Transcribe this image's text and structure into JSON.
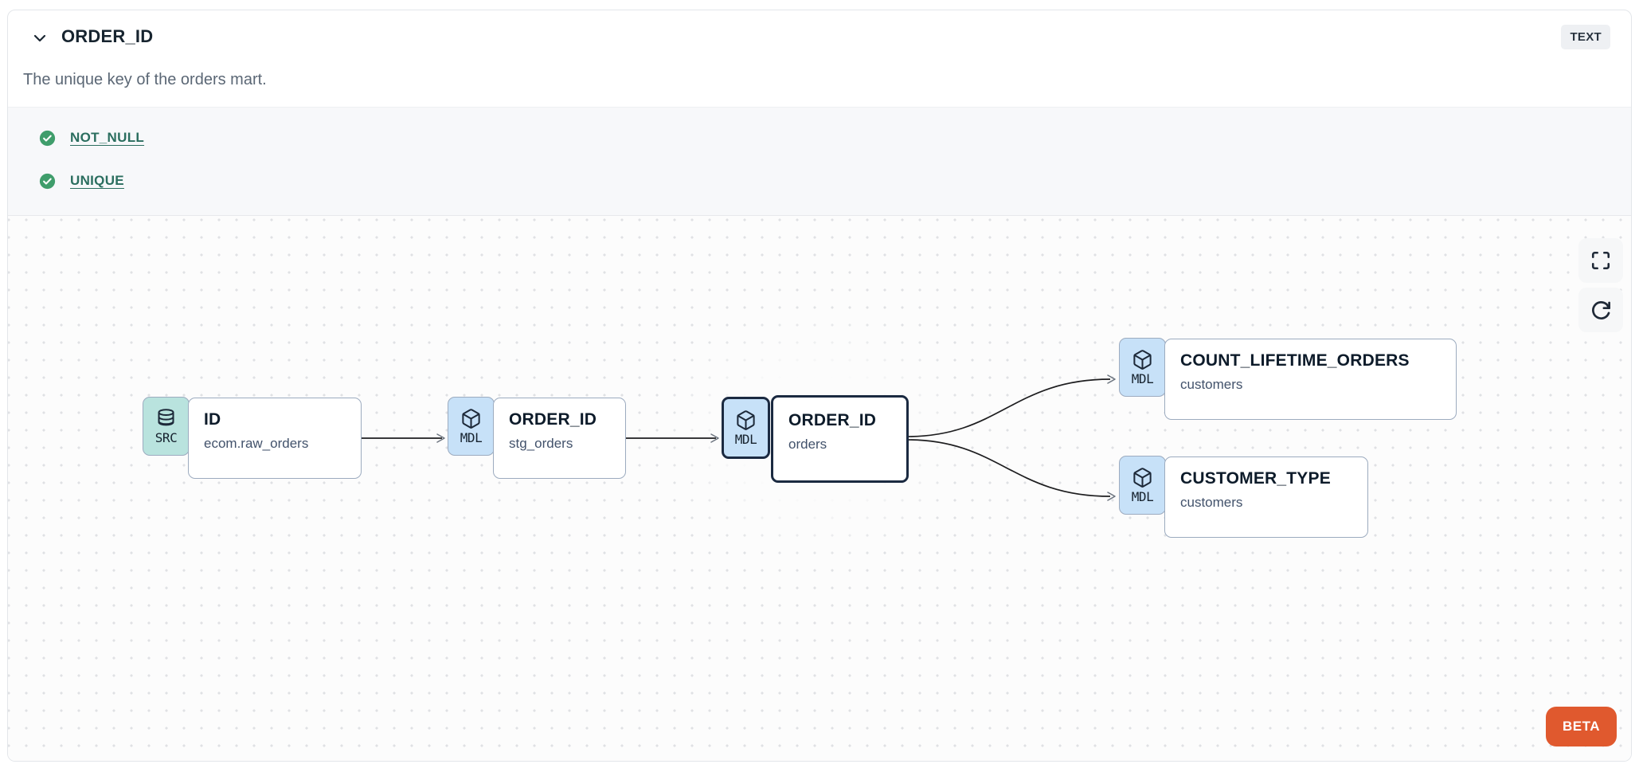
{
  "header": {
    "title": "ORDER_ID",
    "type_badge": "TEXT",
    "description": "The unique key of the orders mart."
  },
  "tests": [
    {
      "label": "NOT_NULL",
      "status": "pass"
    },
    {
      "label": "UNIQUE",
      "status": "pass"
    }
  ],
  "lineage": {
    "nodes": [
      {
        "badge": "SRC",
        "title": "ID",
        "subtitle": "ecom.raw_orders",
        "kind": "source",
        "selected": false
      },
      {
        "badge": "MDL",
        "title": "ORDER_ID",
        "subtitle": "stg_orders",
        "kind": "model",
        "selected": false
      },
      {
        "badge": "MDL",
        "title": "ORDER_ID",
        "subtitle": "orders",
        "kind": "model",
        "selected": true
      },
      {
        "badge": "MDL",
        "title": "COUNT_LIFETIME_ORDERS",
        "subtitle": "customers",
        "kind": "model",
        "selected": false
      },
      {
        "badge": "MDL",
        "title": "CUSTOMER_TYPE",
        "subtitle": "customers",
        "kind": "model",
        "selected": false
      }
    ],
    "beta_label": "BETA"
  },
  "colors": {
    "beta_orange": "#e0592e",
    "src_badge_teal": "#b9e3de",
    "mdl_badge_blue": "#c7e1f8",
    "test_pass_green": "#3f9d6b",
    "test_link_teal": "#2b6e5f",
    "selected_border": "#1b2a41"
  }
}
